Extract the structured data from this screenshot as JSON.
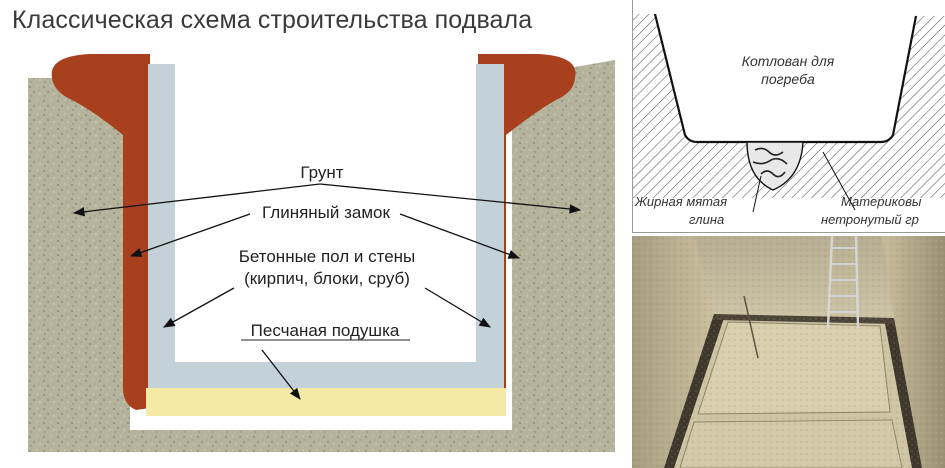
{
  "main": {
    "title": "Классическая схема строительства подвала",
    "labels": {
      "soil": "Грунт",
      "clay_lock": "Глиняный замок",
      "concrete_line1": "Бетонные пол и стены",
      "concrete_line2": "(кирпич, блоки, сруб)",
      "sand_cushion": "Песчаная подушка"
    },
    "colors": {
      "soil": "#b7b59e",
      "clay": "#a8401e",
      "concrete": "#c2d2d8",
      "sand": "#f4eaa6",
      "interior": "#ffffff"
    }
  },
  "sketch": {
    "pit_line1": "Котлован для",
    "pit_line2": "погреба",
    "left_label_line1": "Жирная мятая",
    "left_label_line2": "глина",
    "right_label_line1": "Материковы",
    "right_label_line2": "нетронутый гр"
  }
}
